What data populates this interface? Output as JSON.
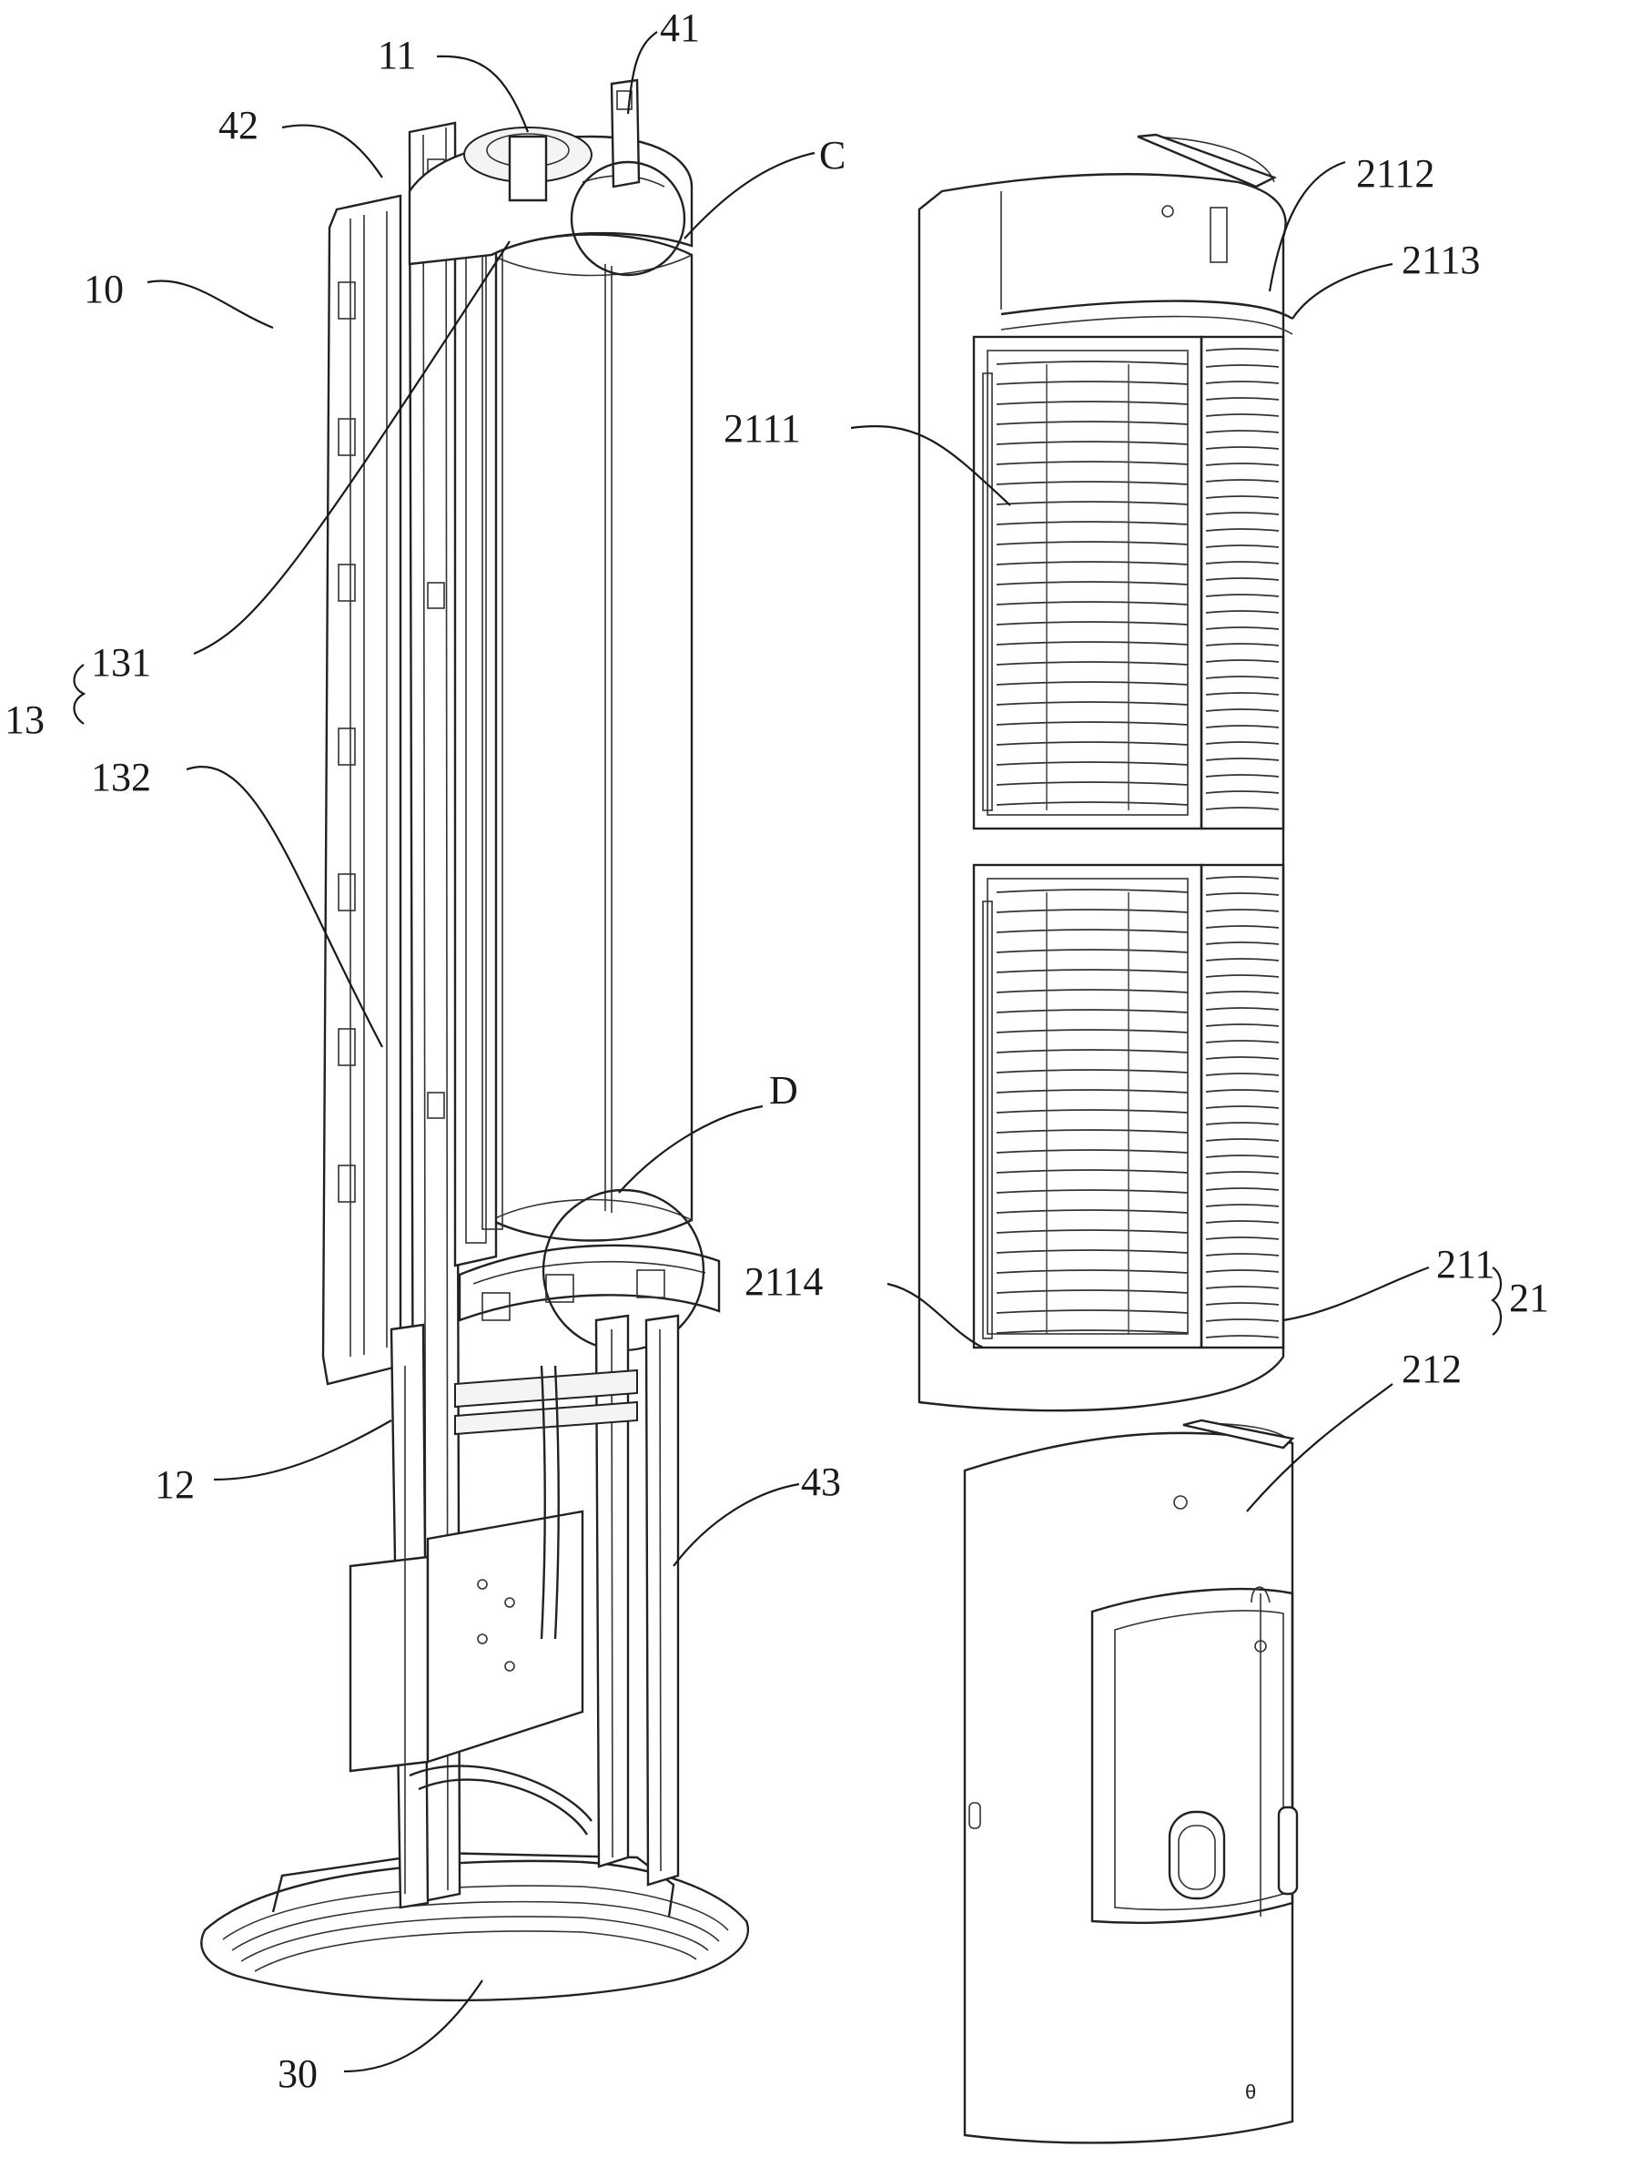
{
  "labels": {
    "l41": "41",
    "l11": "11",
    "l42": "42",
    "lC": "C",
    "l10": "10",
    "l2112": "2112",
    "l2113": "2113",
    "l2111": "2111",
    "l131": "131",
    "l13": "13",
    "l132": "132",
    "lD": "D",
    "l2114": "2114",
    "l211": "211",
    "l21": "21",
    "l212": "212",
    "l12": "12",
    "l43": "43",
    "l30": "30"
  }
}
